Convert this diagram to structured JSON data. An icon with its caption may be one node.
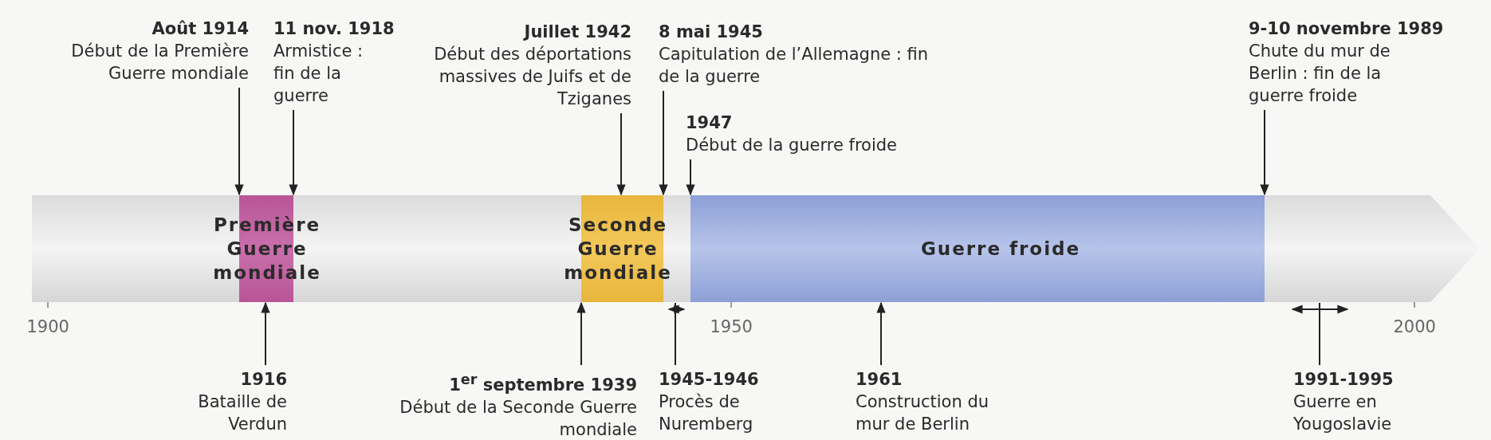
{
  "diagram": {
    "nodes": [
      {
        "text": [],
        "shape": "bar"
      },
      {
        "text": [
          "Première Guerre mondiale"
        ],
        "in": 0
      },
      {
        "text": [
          "Seconde Guerre mondiale"
        ],
        "in": 0
      },
      {
        "text": [
          "Guerre froide"
        ],
        "in": 0
      },
      {
        "text": [
          "Août 1914",
          "Début de la Première Guerre mondiale"
        ]
      },
      {
        "text": [
          "11 nov. 1918",
          "Armistice : fin de la guerre"
        ]
      },
      {
        "text": [
          "Juillet 1942",
          "Début des déportations massives de Juifs et de Tziganes"
        ]
      },
      {
        "text": [
          "8 mai 1945",
          "Capitulation de l’Allemagne : fin de la guerre"
        ]
      },
      {
        "text": [
          "1947",
          "Début de la guerre froide"
        ]
      },
      {
        "text": [
          "9-10 novembre 1989",
          "Chute du mur de Berlin : fin de la guerre froide"
        ]
      },
      {
        "text": [
          "1916",
          "Bataille de Verdun"
        ]
      },
      {
        "text": [
          "1$^{er}$ septembre 1939",
          "Début de la Seconde Guerre mondiale"
        ]
      },
      {
        "text": [
          "1945-1946",
          "Procès de Nuremberg"
        ]
      },
      {
        "text": [
          "1961",
          "Construction du mur de Berlin"
        ]
      },
      {
        "text": [
          "1991-1995",
          "Guerre en Yougoslavie"
        ]
      }
    ],
    "edges": [
      {
        "from": 4,
        "to": 1,
        "arrow": "to"
      },
      {
        "from": 5,
        "to": 1,
        "arrow": "to"
      },
      {
        "from": 6,
        "to": 2,
        "arrow": "to"
      },
      {
        "from": 7,
        "to": 2,
        "arrow": "to"
      },
      {
        "from": 8,
        "to": 3,
        "arrow": "to"
      },
      {
        "from": 9,
        "to": 3,
        "arrow": "to"
      },
      {
        "from": 10,
        "to": 1,
        "arrow": "to"
      },
      {
        "from": 11,
        "to": 2,
        "arrow": "to"
      },
      {
        "from": 12,
        "to": 0,
        "arrow": "none"
      },
      {
        "from": 13,
        "to": 3,
        "arrow": "to"
      },
      {
        "from": 14,
        "to": 0,
        "arrow": "none"
      }
    ],
    "labels": [
      "1900",
      "1950",
      "2000"
    ]
  }
}
